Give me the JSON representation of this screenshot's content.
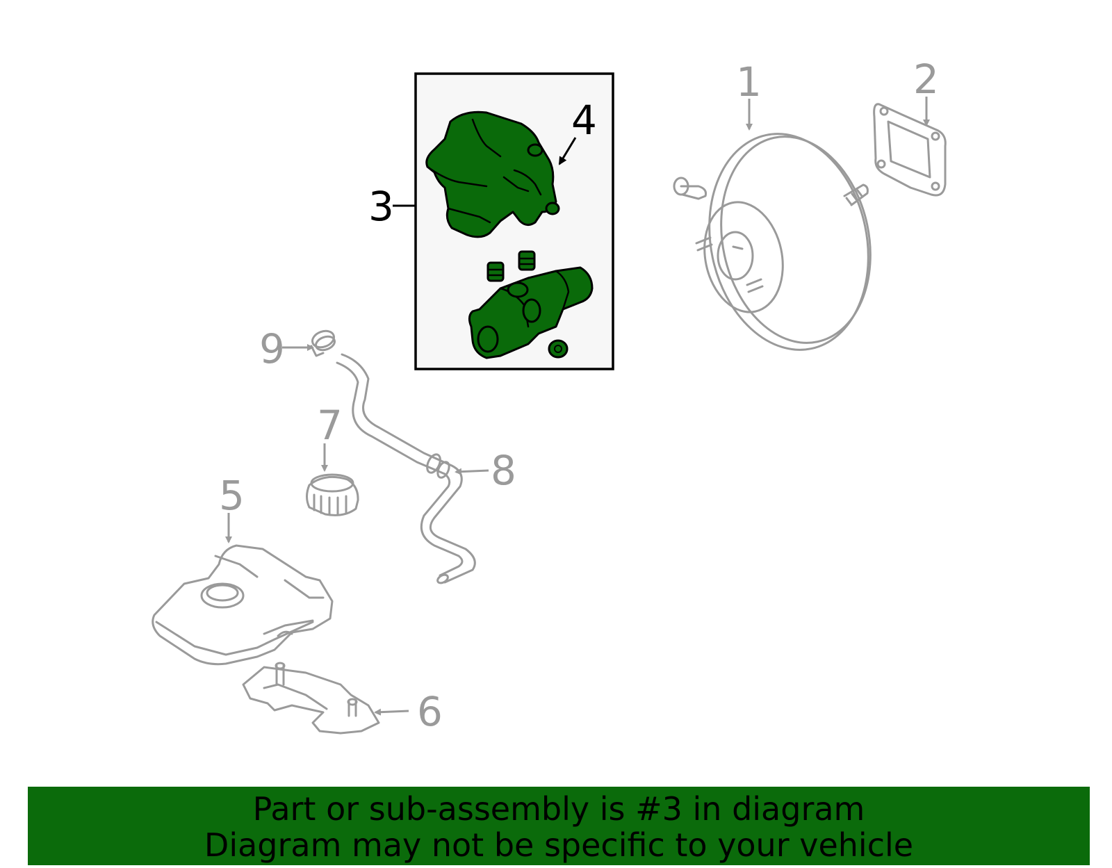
{
  "callouts": {
    "c1": "1",
    "c2": "2",
    "c3": "3",
    "c4": "4",
    "c5": "5",
    "c6": "6",
    "c7": "7",
    "c8": "8",
    "c9": "9"
  },
  "highlighted_part": "3",
  "colors": {
    "highlight": "#0a6a0a",
    "banner": "#0b6b0b",
    "other_parts": "#9a9a9a"
  },
  "banner": {
    "line1": "Part or sub-assembly is #3 in diagram",
    "line2": "Diagram may not be specific to your vehicle"
  }
}
